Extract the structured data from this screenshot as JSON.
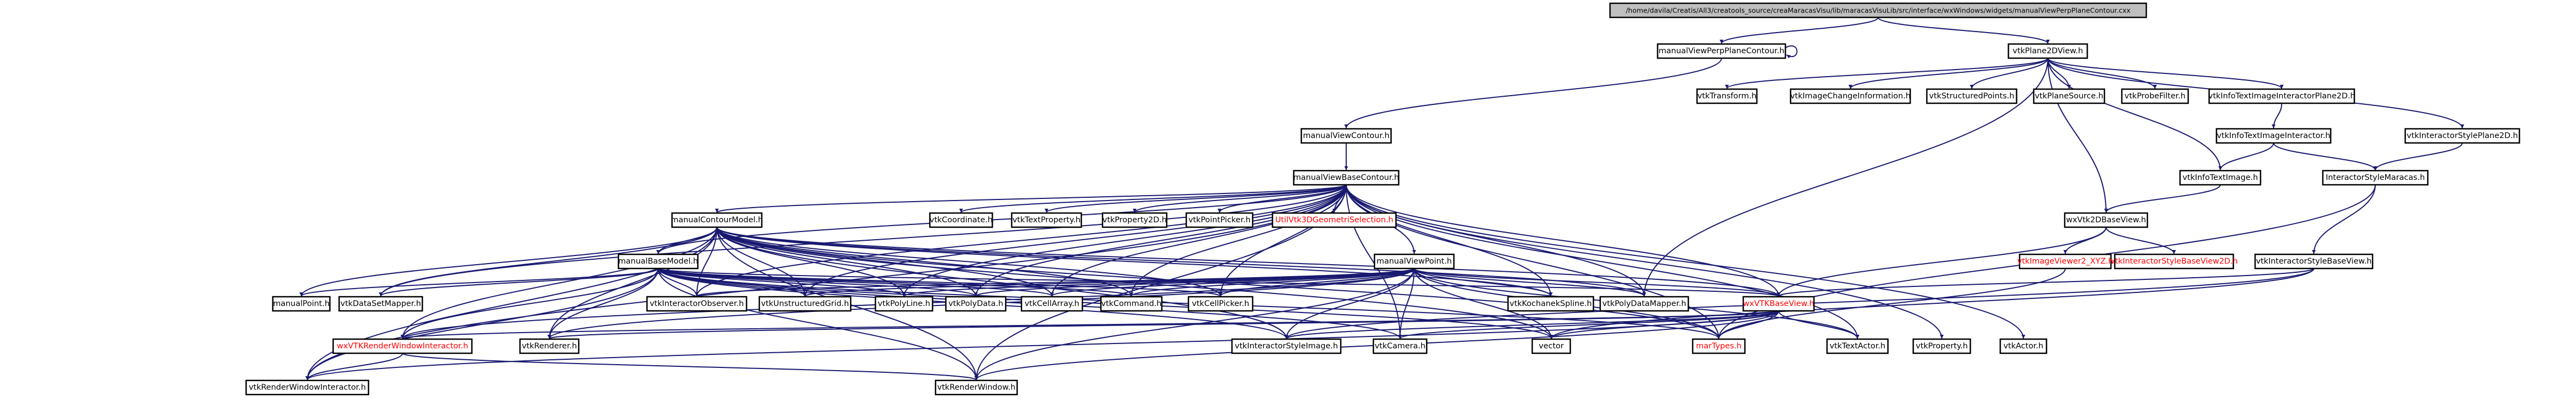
{
  "diagram": {
    "type": "include-dependency-graph",
    "colors": {
      "edge": "#191970",
      "node_fill": "#ffffff",
      "root_fill": "#bfbfbf",
      "node_border": "#000000",
      "text": "#000000",
      "unresolved_border": "#ff0000",
      "unresolved_text": "#ff0000"
    },
    "nodes": {
      "root": "/home/davila/Creatis/All3/creatools_source/creaMaracasVisu/lib/maracasVisuLib/src/interface/wxWindows/widgets/manualViewPerpPlaneContour.cxx",
      "manualViewPerpPlaneContour": "manualViewPerpPlaneContour.h",
      "vtkPlane2DView": "vtkPlane2DView.h",
      "manualViewContour": "manualViewContour.h",
      "manualViewBaseContour": "manualViewBaseContour.h",
      "vtkTransform": "vtkTransform.h",
      "vtkImageChangeInformation": "vtkImageChangeInformation.h",
      "vtkStructuredPoints": "vtkStructuredPoints.h",
      "vtkPlaneSource": "vtkPlaneSource.h",
      "vtkProbeFilter": "vtkProbeFilter.h",
      "vtkInfoTextImageInteractorPlane2D": "vtkInfoTextImageInteractorPlane2D.h",
      "vtkInteractorStylePlane2D": "vtkInteractorStylePlane2D.h",
      "vtkInfoTextImageInteractor": "vtkInfoTextImageInteractor.h",
      "vtkInfoTextImage": "vtkInfoTextImage.h",
      "InteractorStyleMaracas": "InteractorStyleMaracas.h",
      "wxVtk2DBaseView": "wxVtk2DBaseView.h",
      "vtkImageViewer2_XYZ": "vtkImageViewer2_XYZ.h",
      "vtkInteractorStyleBaseView2D": "vtkInteractorStyleBaseView2D.h",
      "vtkInteractorStyleBaseView": "vtkInteractorStyleBaseView.h",
      "manualContourModel": "manualContourModel.h",
      "vtkCoordinate": "vtkCoordinate.h",
      "vtkTextProperty": "vtkTextProperty.h",
      "vtkProperty2D": "vtkProperty2D.h",
      "vtkPointPicker": "vtkPointPicker.h",
      "UtilVtk3DGeometriSelection": "UtilVtk3DGeometriSelection.h",
      "manualBaseModel": "manualBaseModel.h",
      "manualViewPoint": "manualViewPoint.h",
      "manualPoint": "manualPoint.h",
      "vtkDataSetMapper": "vtkDataSetMapper.h",
      "vtkInteractorObserver": "vtkInteractorObserver.h",
      "vtkUnstructuredGrid": "vtkUnstructuredGrid.h",
      "vtkPolyLine": "vtkPolyLine.h",
      "vtkPolyData": "vtkPolyData.h",
      "vtkCellArray": "vtkCellArray.h",
      "vtkCommand": "vtkCommand.h",
      "vtkCellPicker": "vtkCellPicker.h",
      "vtkKochanekSpline": "vtkKochanekSpline.h",
      "vtkPolyDataMapper": "vtkPolyDataMapper.h",
      "wxVTKBaseView": "wxVTKBaseView.h",
      "wxVTKRenderWindowInteractor": "wxVTKRenderWindowInteractor.h",
      "vtkRenderer": "vtkRenderer.h",
      "vtkInteractorStyleImage": "vtkInteractorStyleImage.h",
      "vtkCamera": "vtkCamera.h",
      "vector": "vector",
      "marTypes": "marTypes.h",
      "vtkTextActor": "vtkTextActor.h",
      "vtkProperty": "vtkProperty.h",
      "vtkActor": "vtkActor.h",
      "vtkRenderWindowInteractor": "vtkRenderWindowInteractor.h",
      "vtkRenderWindow": "vtkRenderWindow.h"
    }
  }
}
